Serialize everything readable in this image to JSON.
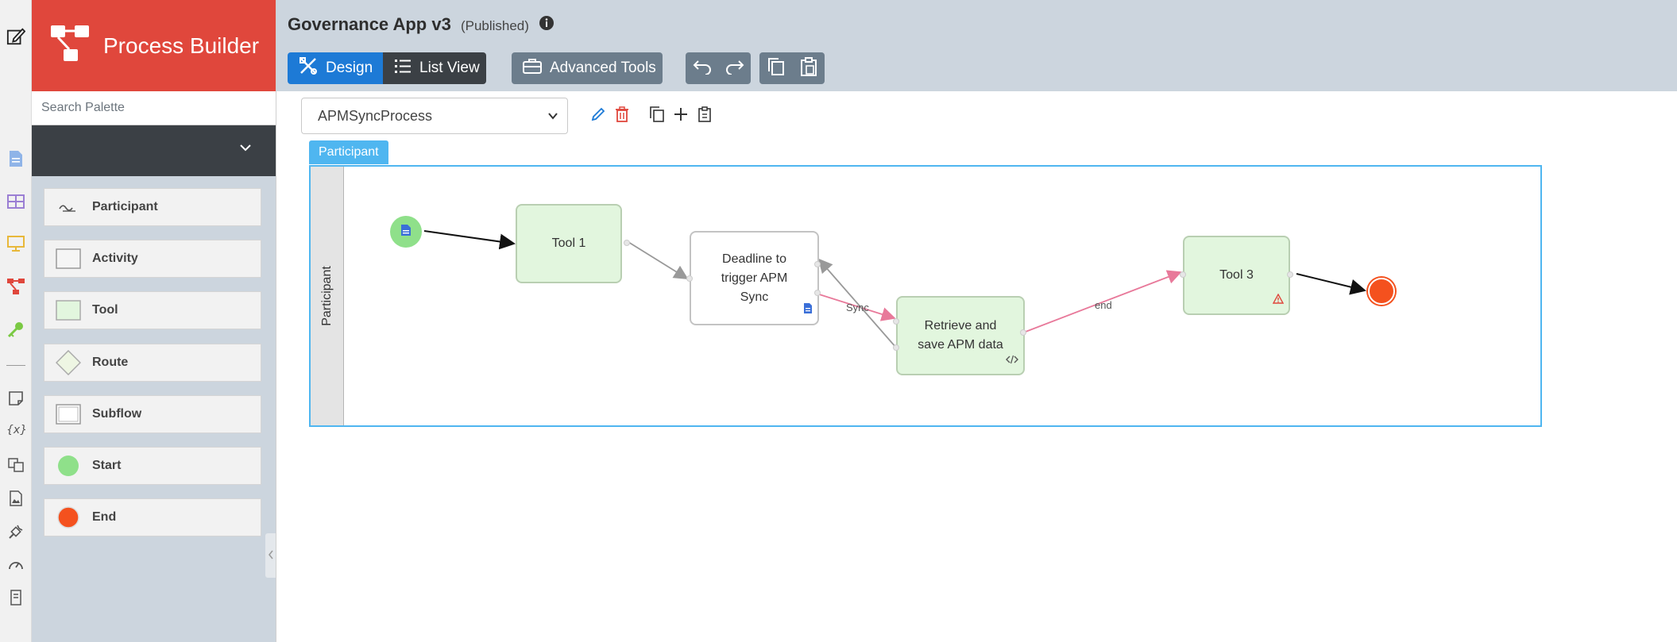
{
  "sidebar_rail": {
    "icons": [
      "edit-icon",
      "document-icon",
      "table-icon",
      "monitor-icon",
      "process-icon",
      "key-icon",
      "note-icon",
      "variable-icon",
      "translate-icon",
      "image-file-icon",
      "plug-icon",
      "gauge-icon",
      "script-icon"
    ]
  },
  "palette": {
    "brand_title": "Process Builder",
    "search_placeholder": "Search Palette",
    "items": [
      {
        "label": "Participant",
        "icon": "participant-icon"
      },
      {
        "label": "Activity",
        "icon": "activity-icon"
      },
      {
        "label": "Tool",
        "icon": "tool-icon"
      },
      {
        "label": "Route",
        "icon": "route-icon"
      },
      {
        "label": "Subflow",
        "icon": "subflow-icon"
      },
      {
        "label": "Start",
        "icon": "start-icon"
      },
      {
        "label": "End",
        "icon": "end-icon"
      }
    ]
  },
  "header": {
    "app_name": "Governance App v3",
    "app_status": "(Published)",
    "design_label": "Design",
    "list_view_label": "List View",
    "advanced_tools_label": "Advanced Tools"
  },
  "toolbar": {
    "process_select_value": "APMSyncProcess"
  },
  "diagram": {
    "pool_tab": "Participant",
    "lane_label": "Participant",
    "nodes": {
      "tool1": "Tool 1",
      "deadline": "Deadline to trigger APM Sync",
      "retrieve": "Retrieve and save APM data",
      "tool3": "Tool 3"
    },
    "edge_labels": {
      "sync": "Sync",
      "end": "end"
    },
    "colors": {
      "brand": "#e0473c",
      "accent": "#1d7ad6",
      "tool_fill": "#e2f6de",
      "start": "#8fe08a",
      "end": "#f4511e",
      "highlight_edge": "#e8799a"
    }
  }
}
